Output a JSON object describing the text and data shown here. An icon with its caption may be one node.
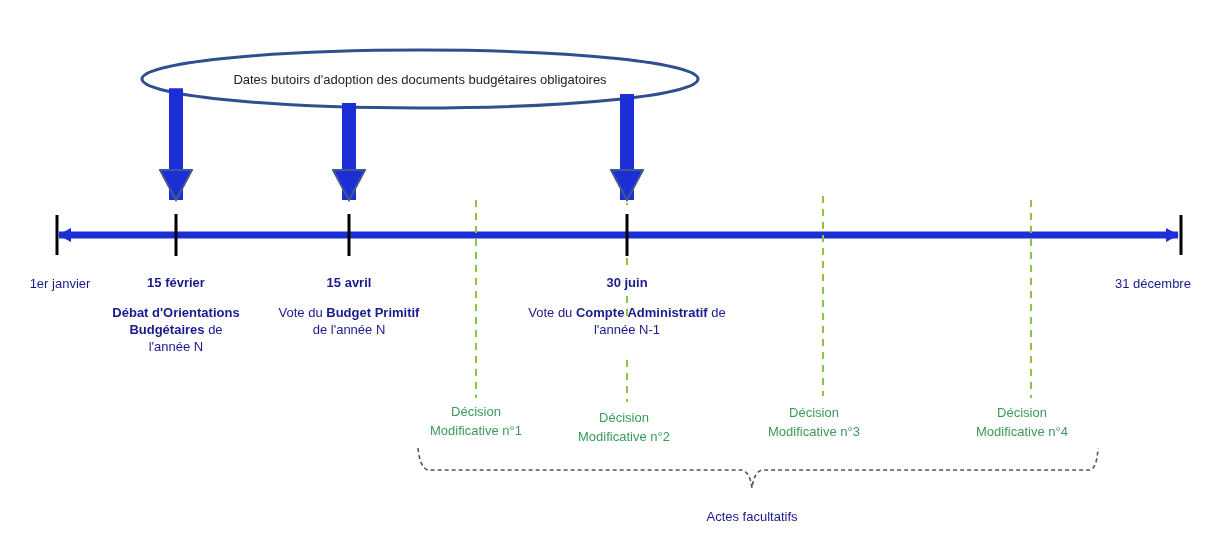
{
  "diagram": {
    "nodes": [
      {
        "text": [
          "Dates butoirs d'adoption des documents budgétaires obligatoires"
        ]
      },
      {
        "text": [
          "15 février",
          "**Débat d'Orientations Budgétaires** de l'année N"
        ]
      },
      {
        "text": [
          "15 avril",
          "Vote du **Budget Primitif** de l'année N"
        ]
      },
      {
        "text": [
          "30 juin",
          "Vote du **Compte Administratif** de l'année N-1"
        ]
      }
    ],
    "edges": [
      {
        "from": 0,
        "to": 1,
        "arrow": "to"
      },
      {
        "from": 0,
        "to": 2,
        "arrow": "to"
      },
      {
        "from": 0,
        "to": 3,
        "arrow": "to"
      }
    ],
    "labels": [
      "1er janvier",
      "31 décembre",
      "Décision Modificative n°1",
      "Décision Modificative n°2",
      "Décision Modificative n°3",
      "Décision Modificative n°4",
      "Actes facultatifs"
    ]
  }
}
